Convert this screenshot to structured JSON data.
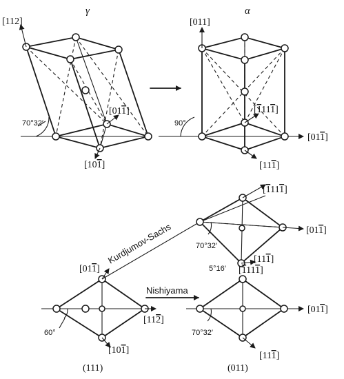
{
  "titles": {
    "gamma": "γ",
    "alpha": "α"
  },
  "labels": {
    "g112": "[112]",
    "g01_1": "[01",
    "g10_1": "[10",
    "a011": "[011]",
    "a_111": "11",
    "a11_1": "[11",
    "a01_1": "[01",
    "b_111": "11",
    "b01_1_right": "[01",
    "b11_1": "[11",
    "b_111_low": "11",
    "c01_1": "[01",
    "c11_2": "[11",
    "c10_1": "[10",
    "c01_1_right": "[01",
    "c11_1": "[11",
    "p111": "(111)",
    "p011": "(011)"
  },
  "angles": {
    "top_left": "70°32′",
    "top_mid": "90°",
    "ks": "70°32′",
    "ks_small": "5°16′",
    "n_left": "60°",
    "n_right": "70°32′"
  },
  "names": {
    "ks": "Kurdjumov-Sachs",
    "nishiyama": "Nishiyama"
  }
}
